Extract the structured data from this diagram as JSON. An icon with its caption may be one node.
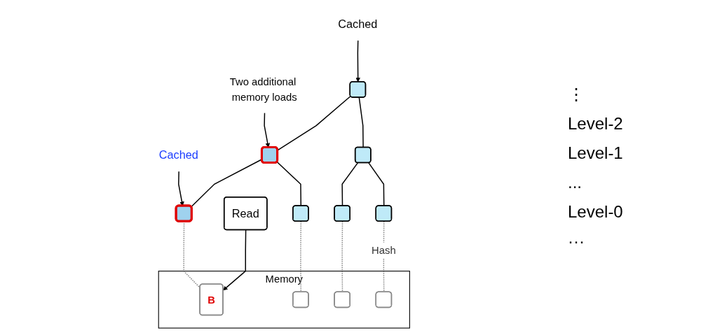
{
  "diagram": {
    "nodes": [
      {
        "text": [
          "Cached"
        ]
      },
      {
        "text": [
          "Two additional memory loads"
        ]
      },
      {
        "text": [
          "Cached"
        ]
      },
      {
        "text": [
          "Read"
        ]
      },
      {
        "text": [],
        "shape": "box"
      },
      {
        "text": [],
        "shape": "box"
      },
      {
        "text": [],
        "shape": "box"
      },
      {
        "text": [],
        "shape": "box"
      },
      {
        "text": [],
        "shape": "box"
      },
      {
        "text": [],
        "shape": "box"
      },
      {
        "text": [],
        "shape": "box"
      },
      {
        "text": [
          "Memory"
        ]
      },
      {
        "text": [
          "B"
        ],
        "in": 11
      },
      {
        "text": [],
        "shape": "box",
        "in": 11
      },
      {
        "text": [],
        "shape": "box",
        "in": 11
      },
      {
        "text": [],
        "shape": "box",
        "in": 11
      }
    ],
    "edges": [
      {
        "from": 0,
        "to": 4,
        "arrow": "to"
      },
      {
        "from": 1,
        "to": 5,
        "arrow": "to"
      },
      {
        "from": 2,
        "to": 7,
        "arrow": "to"
      },
      {
        "from": 4,
        "to": 5,
        "arrow": "none"
      },
      {
        "from": 4,
        "to": 6,
        "arrow": "none"
      },
      {
        "from": 5,
        "to": 7,
        "arrow": "none"
      },
      {
        "from": 5,
        "to": 8,
        "arrow": "none"
      },
      {
        "from": 6,
        "to": 9,
        "arrow": "none"
      },
      {
        "from": 6,
        "to": 10,
        "arrow": "none"
      },
      {
        "from": 7,
        "to": 12,
        "arrow": "none",
        "style": "dashed",
        "color": "#808080"
      },
      {
        "from": 8,
        "to": 13,
        "arrow": "none",
        "style": "dashed",
        "color": "#808080"
      },
      {
        "from": 9,
        "to": 14,
        "arrow": "none",
        "style": "dashed",
        "color": "#808080"
      },
      {
        "from": 10,
        "to": 15,
        "arrow": "none",
        "style": "dashed",
        "color": "#808080",
        "label": "Hash"
      },
      {
        "from": 3,
        "to": 12,
        "arrow": "to"
      }
    ],
    "labels": [
      "⋮",
      "Level-2",
      "Level-1",
      "...",
      "Level-0",
      "···"
    ]
  }
}
